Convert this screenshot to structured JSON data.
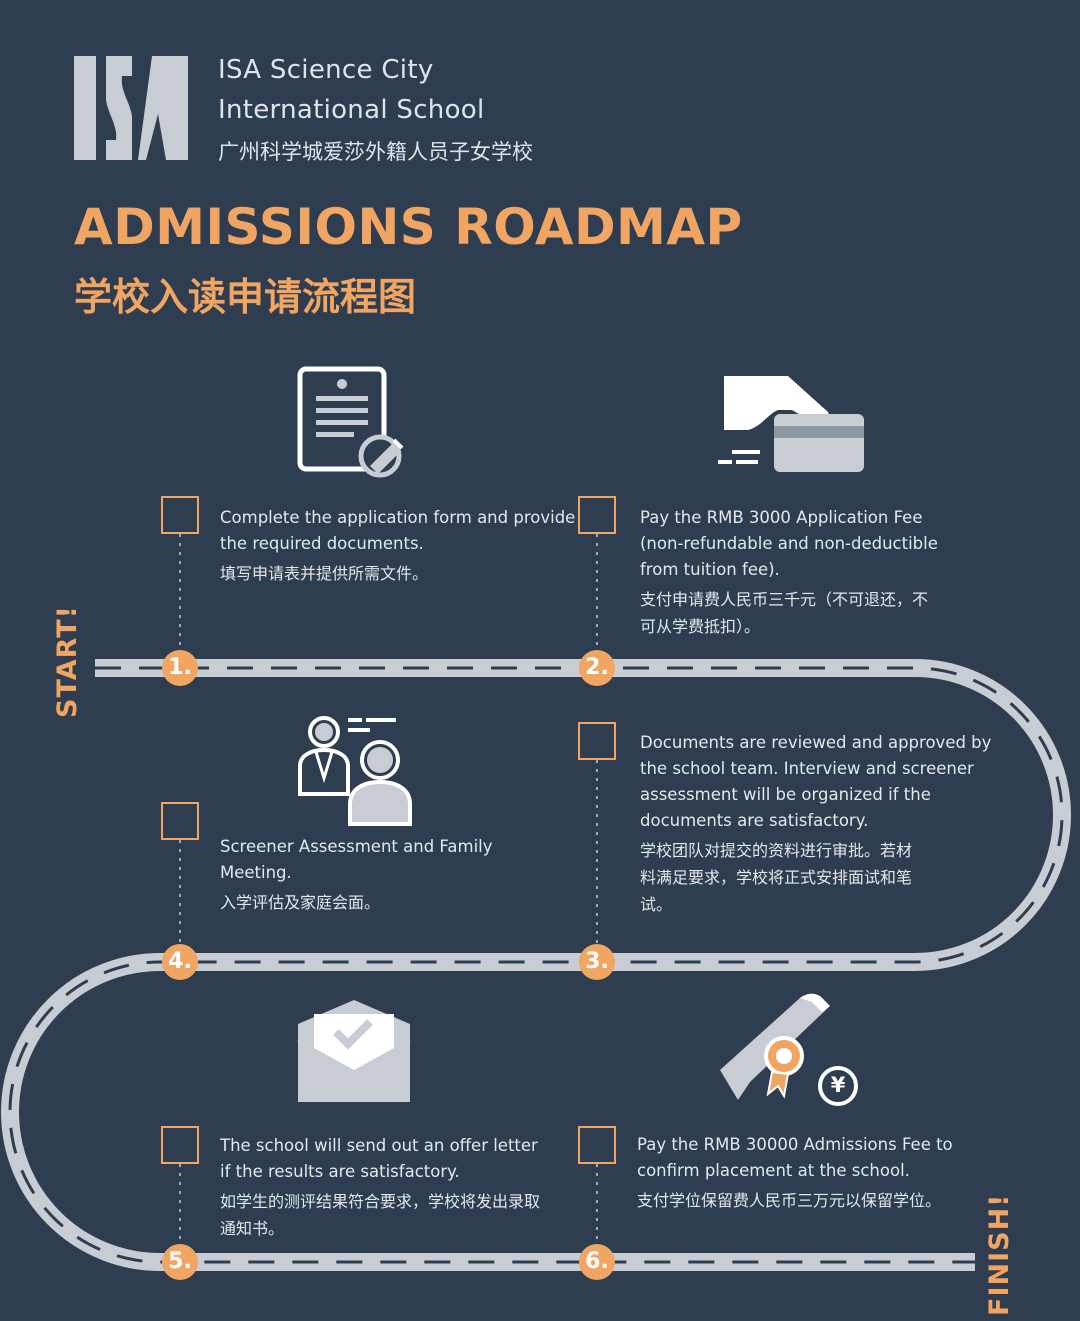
{
  "header": {
    "logo_text": "ISA",
    "school_name_line1": "ISA Science City",
    "school_name_line2": "International School",
    "school_name_cn": "广州科学城爱莎外籍人员子女学校"
  },
  "title": {
    "en": "ADMISSIONS ROADMAP",
    "cn": "学校入读申请流程图"
  },
  "road": {
    "start_label": "START!",
    "finish_label": "FINISH!"
  },
  "steps": [
    {
      "number": "1.",
      "icon": "application-form-icon",
      "en": "Complete the application form and provide the required documents.",
      "cn": "填写申请表并提供所需文件。"
    },
    {
      "number": "2.",
      "icon": "hand-card-payment-icon",
      "en": "Pay the RMB 3000 Application Fee (non-refundable and non-deductible from tuition fee).",
      "cn": "支付申请费人民币三千元（不可退还，不可从学费抵扣）。"
    },
    {
      "number": "3.",
      "icon": "none",
      "en": "Documents are reviewed and approved by the school team. Interview and screener assessment will be organized if the documents are satisfactory.",
      "cn": "学校团队对提交的资料进行审批。若材料满足要求，学校将正式安排面试和笔试。"
    },
    {
      "number": "4.",
      "icon": "family-meeting-icon",
      "en": "Screener Assessment and Family Meeting.",
      "cn": "入学评估及家庭会面。"
    },
    {
      "number": "5.",
      "icon": "offer-letter-envelope-icon",
      "en": "The school will send out an offer letter if the results are satisfactory.",
      "cn": "如学生的测评结果符合要求，学校将发出录取通知书。"
    },
    {
      "number": "6.",
      "icon": "diploma-yuan-icon",
      "en": "Pay the RMB 30000 Admissions Fee to confirm placement at the school.",
      "cn": "支付学位保留费人民币三万元以保留学位。"
    }
  ],
  "icons": {
    "yuan_symbol": "¥"
  },
  "colors": {
    "background": "#2e3d4f",
    "accent": "#f0a563",
    "road": "#c8cdd3",
    "text": "#e4e8ed"
  }
}
